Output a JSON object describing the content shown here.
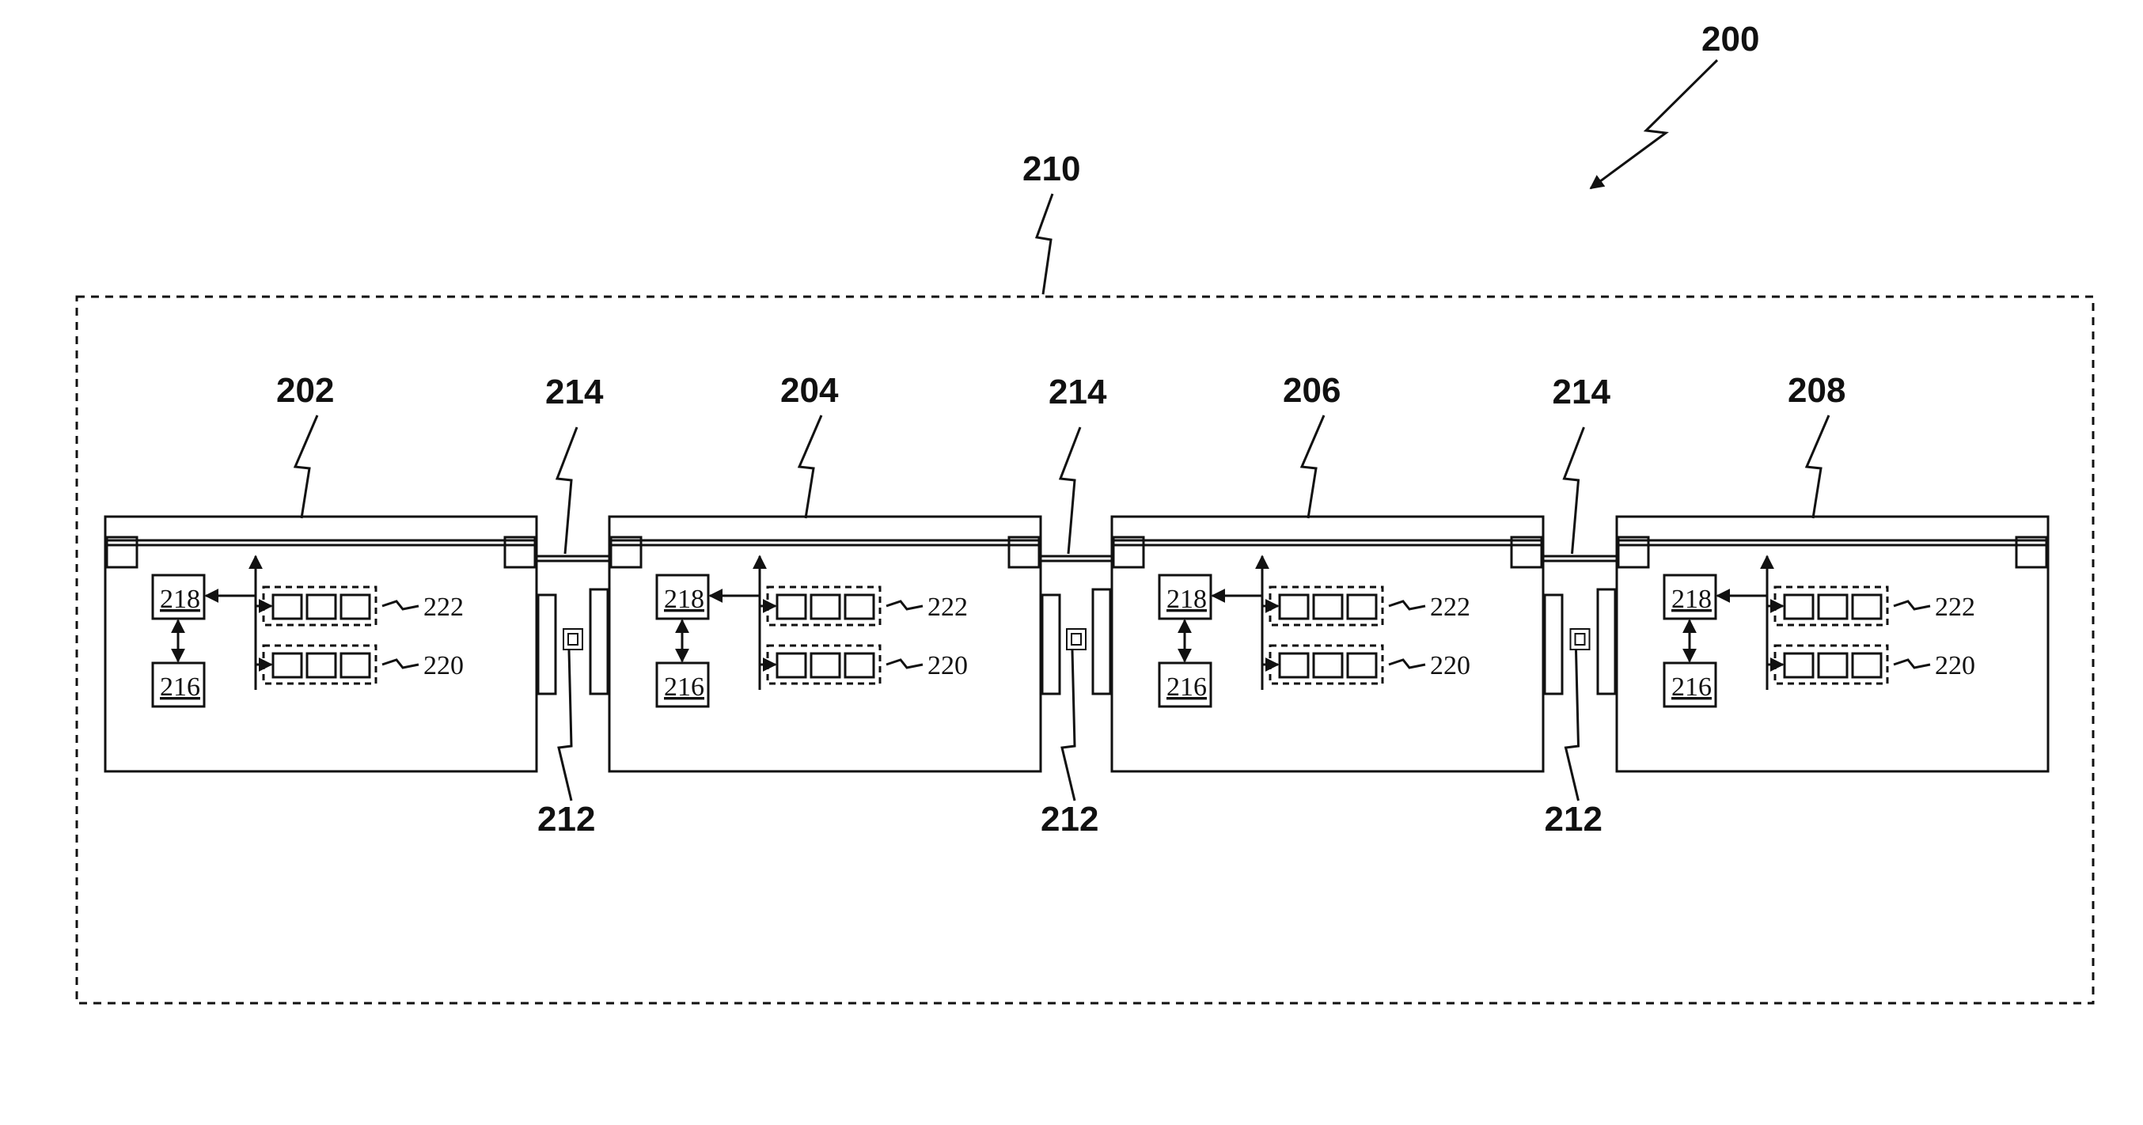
{
  "figure": {
    "system_label": "200",
    "outer_boundary_label": "210",
    "modules": [
      {
        "id": "202",
        "inner": {
          "upper": "218",
          "lower": "216",
          "row_top": "222",
          "row_bottom": "220"
        }
      },
      {
        "id": "204",
        "inner": {
          "upper": "218",
          "lower": "216",
          "row_top": "222",
          "row_bottom": "220"
        }
      },
      {
        "id": "206",
        "inner": {
          "upper": "218",
          "lower": "216",
          "row_top": "222",
          "row_bottom": "220"
        }
      },
      {
        "id": "208",
        "inner": {
          "upper": "218",
          "lower": "216",
          "row_top": "222",
          "row_bottom": "220"
        }
      }
    ],
    "links": [
      {
        "rail_label": "214",
        "connector_label": "212"
      },
      {
        "rail_label": "214",
        "connector_label": "212"
      },
      {
        "rail_label": "214",
        "connector_label": "212"
      }
    ]
  },
  "colors": {
    "line": "#111111",
    "background": "#ffffff"
  }
}
